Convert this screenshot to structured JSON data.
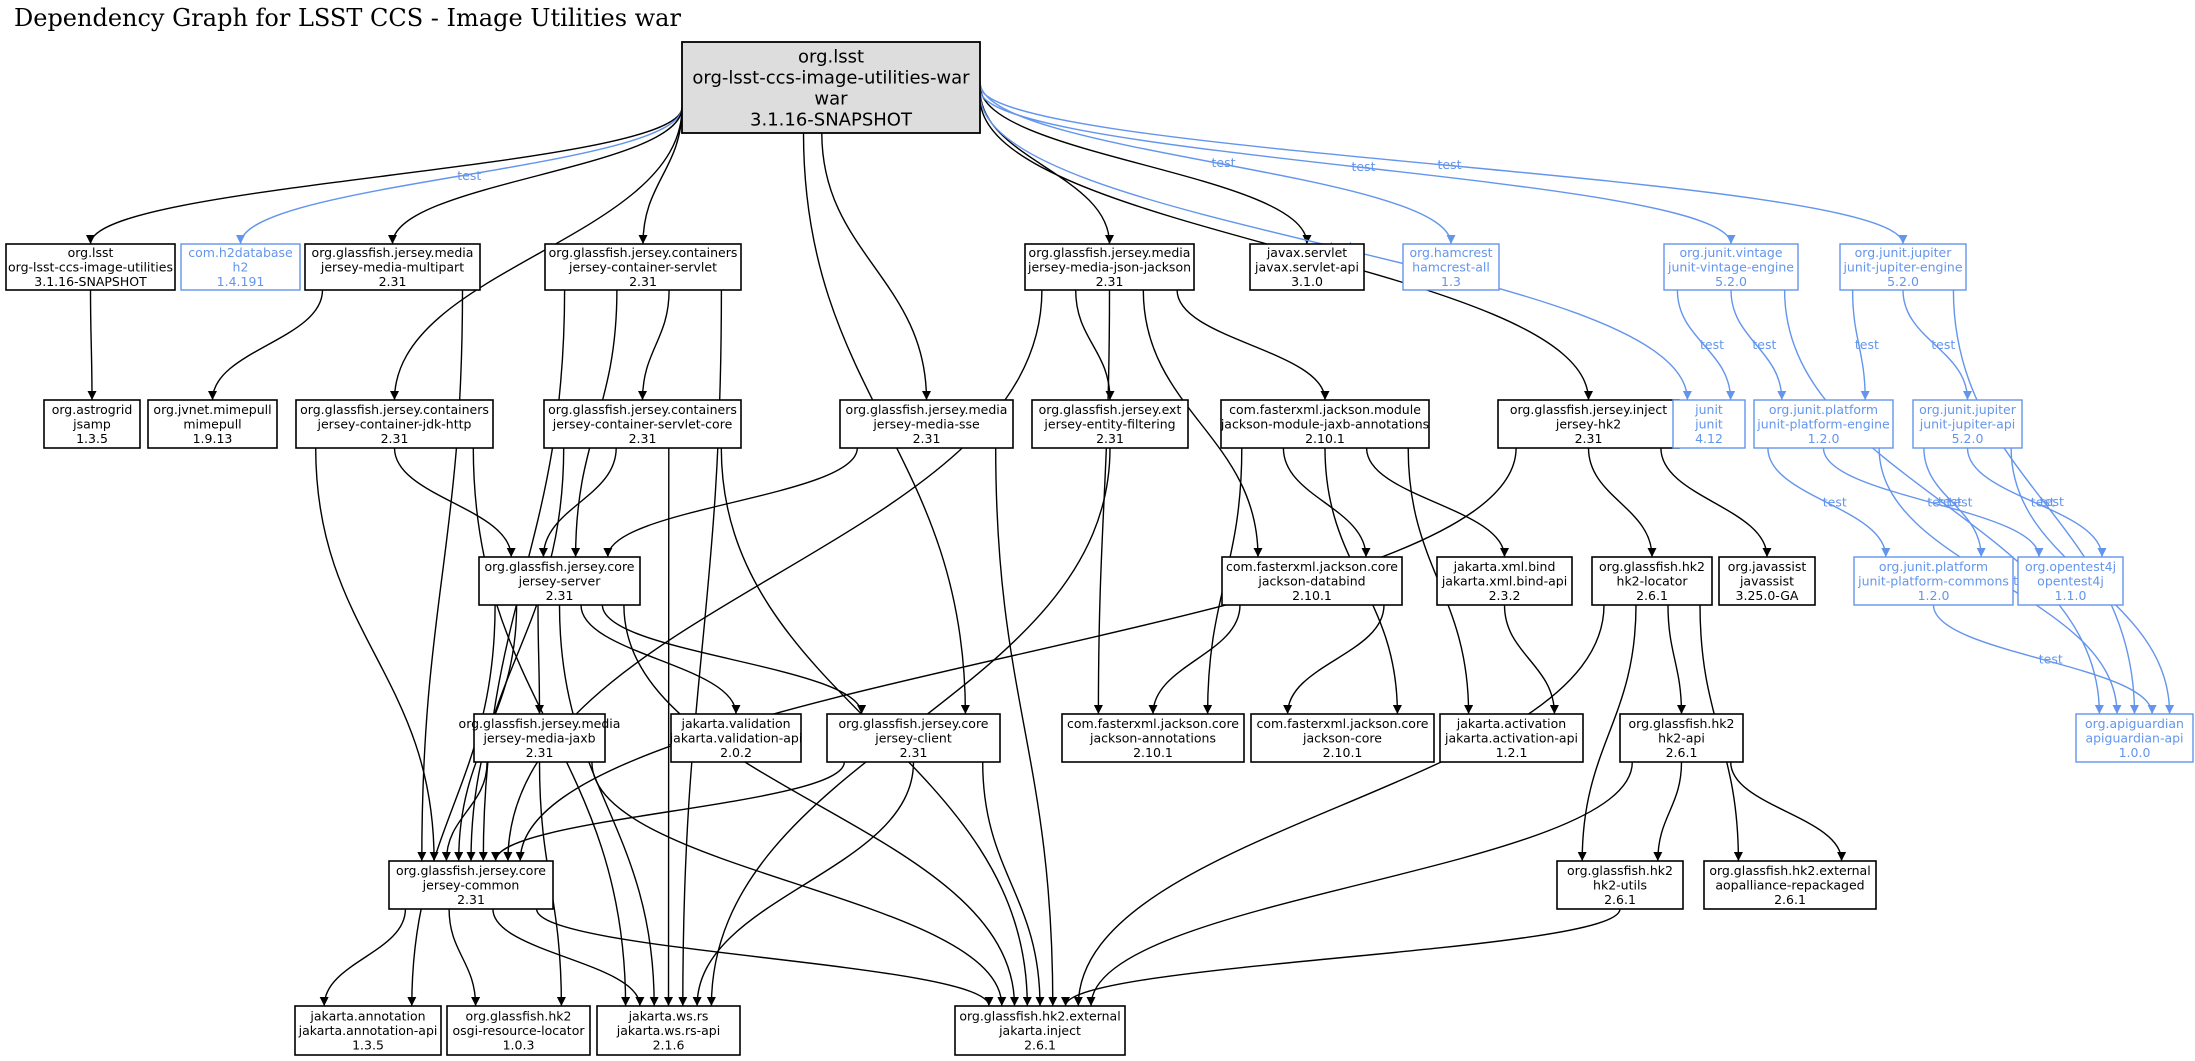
{
  "title": "Dependency Graph for LSST CCS - Image Utilities war",
  "colors": {
    "compile": "#000000",
    "test": "#6495ed",
    "root_fill": "#dddddd"
  },
  "nodes": [
    {
      "id": "root",
      "group": "org.lsst",
      "artifact": "org-lsst-ccs-image-utilities-war",
      "packaging": "war",
      "version": "3.1.16-SNAPSHOT",
      "scope": "root"
    },
    {
      "id": "ccs-image-utilities",
      "group": "org.lsst",
      "artifact": "org-lsst-ccs-image-utilities",
      "version": "3.1.16-SNAPSHOT",
      "scope": "compile"
    },
    {
      "id": "h2",
      "group": "com.h2database",
      "artifact": "h2",
      "version": "1.4.191",
      "scope": "test"
    },
    {
      "id": "multipart",
      "group": "org.glassfish.jersey.media",
      "artifact": "jersey-media-multipart",
      "version": "2.31",
      "scope": "compile"
    },
    {
      "id": "container-servlet",
      "group": "org.glassfish.jersey.containers",
      "artifact": "jersey-container-servlet",
      "version": "2.31",
      "scope": "compile"
    },
    {
      "id": "json-jackson",
      "group": "org.glassfish.jersey.media",
      "artifact": "jersey-media-json-jackson",
      "version": "2.31",
      "scope": "compile"
    },
    {
      "id": "servlet-api",
      "group": "javax.servlet",
      "artifact": "javax.servlet-api",
      "version": "3.1.0",
      "scope": "compile"
    },
    {
      "id": "hamcrest",
      "group": "org.hamcrest",
      "artifact": "hamcrest-all",
      "version": "1.3",
      "scope": "test"
    },
    {
      "id": "vintage-engine",
      "group": "org.junit.vintage",
      "artifact": "junit-vintage-engine",
      "version": "5.2.0",
      "scope": "test"
    },
    {
      "id": "jupiter-engine",
      "group": "org.junit.jupiter",
      "artifact": "junit-jupiter-engine",
      "version": "5.2.0",
      "scope": "test"
    },
    {
      "id": "jsamp",
      "group": "org.astrogrid",
      "artifact": "jsamp",
      "version": "1.3.5",
      "scope": "compile"
    },
    {
      "id": "mimepull",
      "group": "org.jvnet.mimepull",
      "artifact": "mimepull",
      "version": "1.9.13",
      "scope": "compile"
    },
    {
      "id": "jdk-http",
      "group": "org.glassfish.jersey.containers",
      "artifact": "jersey-container-jdk-http",
      "version": "2.31",
      "scope": "compile"
    },
    {
      "id": "servlet-core",
      "group": "org.glassfish.jersey.containers",
      "artifact": "jersey-container-servlet-core",
      "version": "2.31",
      "scope": "compile"
    },
    {
      "id": "media-sse",
      "group": "org.glassfish.jersey.media",
      "artifact": "jersey-media-sse",
      "version": "2.31",
      "scope": "compile"
    },
    {
      "id": "entity-filtering",
      "group": "org.glassfish.jersey.ext",
      "artifact": "jersey-entity-filtering",
      "version": "2.31",
      "scope": "compile"
    },
    {
      "id": "jaxb-annotations",
      "group": "com.fasterxml.jackson.module",
      "artifact": "jackson-module-jaxb-annotations",
      "version": "2.10.1",
      "scope": "compile"
    },
    {
      "id": "jersey-hk2",
      "group": "org.glassfish.jersey.inject",
      "artifact": "jersey-hk2",
      "version": "2.31",
      "scope": "compile"
    },
    {
      "id": "junit",
      "group": "junit",
      "artifact": "junit",
      "version": "4.12",
      "scope": "test"
    },
    {
      "id": "platform-engine",
      "group": "org.junit.platform",
      "artifact": "junit-platform-engine",
      "version": "1.2.0",
      "scope": "test"
    },
    {
      "id": "jupiter-api",
      "group": "org.junit.jupiter",
      "artifact": "junit-jupiter-api",
      "version": "5.2.0",
      "scope": "test"
    },
    {
      "id": "jersey-server",
      "group": "org.glassfish.jersey.core",
      "artifact": "jersey-server",
      "version": "2.31",
      "scope": "compile"
    },
    {
      "id": "databind",
      "group": "com.fasterxml.jackson.core",
      "artifact": "jackson-databind",
      "version": "2.10.1",
      "scope": "compile"
    },
    {
      "id": "bind-api",
      "group": "jakarta.xml.bind",
      "artifact": "jakarta.xml.bind-api",
      "version": "2.3.2",
      "scope": "compile"
    },
    {
      "id": "hk2-locator",
      "group": "org.glassfish.hk2",
      "artifact": "hk2-locator",
      "version": "2.6.1",
      "scope": "compile"
    },
    {
      "id": "javassist",
      "group": "org.javassist",
      "artifact": "javassist",
      "version": "3.25.0-GA",
      "scope": "compile"
    },
    {
      "id": "platform-commons",
      "group": "org.junit.platform",
      "artifact": "junit-platform-commons",
      "version": "1.2.0",
      "scope": "test"
    },
    {
      "id": "opentest4j",
      "group": "org.opentest4j",
      "artifact": "opentest4j",
      "version": "1.1.0",
      "scope": "test"
    },
    {
      "id": "media-jaxb",
      "group": "org.glassfish.jersey.media",
      "artifact": "jersey-media-jaxb",
      "version": "2.31",
      "scope": "compile"
    },
    {
      "id": "validation-api",
      "group": "jakarta.validation",
      "artifact": "jakarta.validation-api",
      "version": "2.0.2",
      "scope": "compile"
    },
    {
      "id": "jersey-client",
      "group": "org.glassfish.jersey.core",
      "artifact": "jersey-client",
      "version": "2.31",
      "scope": "compile"
    },
    {
      "id": "jackson-annotations",
      "group": "com.fasterxml.jackson.core",
      "artifact": "jackson-annotations",
      "version": "2.10.1",
      "scope": "compile"
    },
    {
      "id": "jackson-core",
      "group": "com.fasterxml.jackson.core",
      "artifact": "jackson-core",
      "version": "2.10.1",
      "scope": "compile"
    },
    {
      "id": "activation-api",
      "group": "jakarta.activation",
      "artifact": "jakarta.activation-api",
      "version": "1.2.1",
      "scope": "compile"
    },
    {
      "id": "hk2-api",
      "group": "org.glassfish.hk2",
      "artifact": "hk2-api",
      "version": "2.6.1",
      "scope": "compile"
    },
    {
      "id": "apiguardian",
      "group": "org.apiguardian",
      "artifact": "apiguardian-api",
      "version": "1.0.0",
      "scope": "test"
    },
    {
      "id": "jersey-common",
      "group": "org.glassfish.jersey.core",
      "artifact": "jersey-common",
      "version": "2.31",
      "scope": "compile"
    },
    {
      "id": "hk2-utils",
      "group": "org.glassfish.hk2",
      "artifact": "hk2-utils",
      "version": "2.6.1",
      "scope": "compile"
    },
    {
      "id": "aopalliance",
      "group": "org.glassfish.hk2.external",
      "artifact": "aopalliance-repackaged",
      "version": "2.6.1",
      "scope": "compile"
    },
    {
      "id": "annotation-api",
      "group": "jakarta.annotation",
      "artifact": "jakarta.annotation-api",
      "version": "1.3.5",
      "scope": "compile"
    },
    {
      "id": "osgi-locator",
      "group": "org.glassfish.hk2",
      "artifact": "osgi-resource-locator",
      "version": "1.0.3",
      "scope": "compile"
    },
    {
      "id": "ws-rs-api",
      "group": "jakarta.ws.rs",
      "artifact": "jakarta.ws.rs-api",
      "version": "2.1.6",
      "scope": "compile"
    },
    {
      "id": "jakarta-inject",
      "group": "org.glassfish.hk2.external",
      "artifact": "jakarta.inject",
      "version": "2.6.1",
      "scope": "compile"
    }
  ],
  "edges": [
    {
      "from": "root",
      "to": "ccs-image-utilities"
    },
    {
      "from": "root",
      "to": "h2",
      "label": "test"
    },
    {
      "from": "root",
      "to": "multipart"
    },
    {
      "from": "root",
      "to": "container-servlet"
    },
    {
      "from": "root",
      "to": "jdk-http"
    },
    {
      "from": "root",
      "to": "media-sse"
    },
    {
      "from": "root",
      "to": "jersey-client"
    },
    {
      "from": "root",
      "to": "json-jackson"
    },
    {
      "from": "root",
      "to": "servlet-api"
    },
    {
      "from": "root",
      "to": "jersey-hk2"
    },
    {
      "from": "root",
      "to": "junit",
      "label": "test"
    },
    {
      "from": "root",
      "to": "hamcrest",
      "label": "test"
    },
    {
      "from": "root",
      "to": "vintage-engine",
      "label": "test"
    },
    {
      "from": "root",
      "to": "jupiter-engine",
      "label": "test"
    },
    {
      "from": "ccs-image-utilities",
      "to": "jsamp"
    },
    {
      "from": "multipart",
      "to": "mimepull"
    },
    {
      "from": "multipart",
      "to": "jersey-common"
    },
    {
      "from": "container-servlet",
      "to": "servlet-core"
    },
    {
      "from": "container-servlet",
      "to": "jersey-server"
    },
    {
      "from": "container-servlet",
      "to": "jersey-common"
    },
    {
      "from": "container-servlet",
      "to": "ws-rs-api"
    },
    {
      "from": "jdk-http",
      "to": "jersey-server"
    },
    {
      "from": "jdk-http",
      "to": "jersey-common"
    },
    {
      "from": "jdk-http",
      "to": "ws-rs-api"
    },
    {
      "from": "servlet-core",
      "to": "jersey-server"
    },
    {
      "from": "servlet-core",
      "to": "jersey-common"
    },
    {
      "from": "servlet-core",
      "to": "ws-rs-api"
    },
    {
      "from": "servlet-core",
      "to": "jakarta-inject"
    },
    {
      "from": "media-sse",
      "to": "jersey-server"
    },
    {
      "from": "media-sse",
      "to": "jakarta-inject"
    },
    {
      "from": "json-jackson",
      "to": "entity-filtering"
    },
    {
      "from": "json-jackson",
      "to": "jaxb-annotations"
    },
    {
      "from": "json-jackson",
      "to": "databind"
    },
    {
      "from": "json-jackson",
      "to": "jackson-annotations"
    },
    {
      "from": "json-jackson",
      "to": "jersey-common"
    },
    {
      "from": "entity-filtering",
      "to": "ws-rs-api"
    },
    {
      "from": "jaxb-annotations",
      "to": "databind"
    },
    {
      "from": "jaxb-annotations",
      "to": "jackson-annotations"
    },
    {
      "from": "jaxb-annotations",
      "to": "jackson-core"
    },
    {
      "from": "jaxb-annotations",
      "to": "bind-api"
    },
    {
      "from": "jaxb-annotations",
      "to": "activation-api"
    },
    {
      "from": "databind",
      "to": "jackson-annotations"
    },
    {
      "from": "databind",
      "to": "jackson-core"
    },
    {
      "from": "bind-api",
      "to": "activation-api"
    },
    {
      "from": "jersey-hk2",
      "to": "hk2-locator"
    },
    {
      "from": "jersey-hk2",
      "to": "javassist"
    },
    {
      "from": "jersey-hk2",
      "to": "jersey-common"
    },
    {
      "from": "hk2-locator",
      "to": "hk2-api"
    },
    {
      "from": "hk2-locator",
      "to": "hk2-utils"
    },
    {
      "from": "hk2-locator",
      "to": "aopalliance"
    },
    {
      "from": "hk2-locator",
      "to": "jakarta-inject"
    },
    {
      "from": "hk2-api",
      "to": "hk2-utils"
    },
    {
      "from": "hk2-api",
      "to": "aopalliance"
    },
    {
      "from": "hk2-api",
      "to": "jakarta-inject"
    },
    {
      "from": "hk2-utils",
      "to": "jakarta-inject"
    },
    {
      "from": "jersey-server",
      "to": "media-jaxb"
    },
    {
      "from": "jersey-server",
      "to": "validation-api"
    },
    {
      "from": "jersey-server",
      "to": "jersey-client"
    },
    {
      "from": "jersey-server",
      "to": "jersey-common"
    },
    {
      "from": "jersey-server",
      "to": "annotation-api"
    },
    {
      "from": "jersey-server",
      "to": "ws-rs-api"
    },
    {
      "from": "jersey-server",
      "to": "jakarta-inject"
    },
    {
      "from": "media-jaxb",
      "to": "jersey-common"
    },
    {
      "from": "media-jaxb",
      "to": "osgi-locator"
    },
    {
      "from": "media-jaxb",
      "to": "jakarta-inject"
    },
    {
      "from": "jersey-client",
      "to": "jersey-common"
    },
    {
      "from": "jersey-client",
      "to": "ws-rs-api"
    },
    {
      "from": "jersey-client",
      "to": "jakarta-inject"
    },
    {
      "from": "jersey-common",
      "to": "annotation-api"
    },
    {
      "from": "jersey-common",
      "to": "osgi-locator"
    },
    {
      "from": "jersey-common",
      "to": "ws-rs-api"
    },
    {
      "from": "jersey-common",
      "to": "jakarta-inject"
    },
    {
      "from": "vintage-engine",
      "to": "junit",
      "label": "test"
    },
    {
      "from": "vintage-engine",
      "to": "platform-engine",
      "label": "test"
    },
    {
      "from": "vintage-engine",
      "to": "apiguardian",
      "label": "test"
    },
    {
      "from": "jupiter-engine",
      "to": "platform-engine",
      "label": "test"
    },
    {
      "from": "jupiter-engine",
      "to": "jupiter-api",
      "label": "test"
    },
    {
      "from": "jupiter-engine",
      "to": "apiguardian",
      "label": "test"
    },
    {
      "from": "platform-engine",
      "to": "platform-commons",
      "label": "test"
    },
    {
      "from": "platform-engine",
      "to": "opentest4j",
      "label": "test"
    },
    {
      "from": "platform-engine",
      "to": "apiguardian",
      "label": "test"
    },
    {
      "from": "jupiter-api",
      "to": "platform-commons",
      "label": "test"
    },
    {
      "from": "jupiter-api",
      "to": "opentest4j",
      "label": "test"
    },
    {
      "from": "jupiter-api",
      "to": "apiguardian",
      "label": "test"
    },
    {
      "from": "platform-commons",
      "to": "apiguardian",
      "label": "test"
    }
  ]
}
